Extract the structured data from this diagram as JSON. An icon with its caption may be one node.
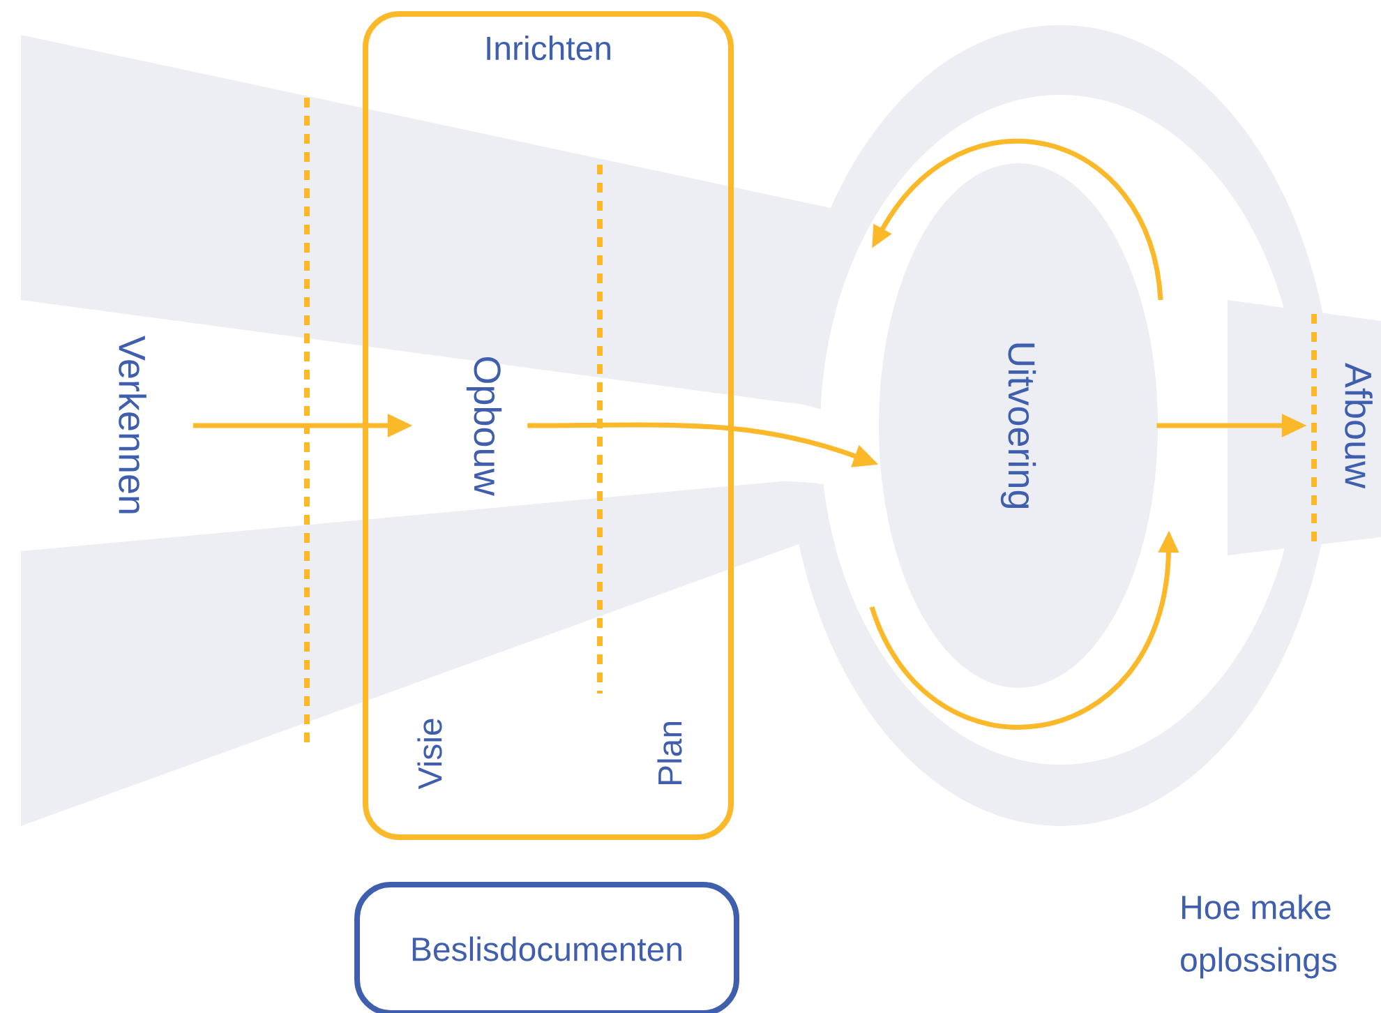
{
  "diagram": {
    "nodes": [
      {
        "text": [
          "Inrichten"
        ]
      },
      {
        "text": [
          "Verkennen"
        ]
      },
      {
        "text": [
          "Opbouw"
        ],
        "in": 0
      },
      {
        "text": [
          "Uitvoering"
        ]
      },
      {
        "text": [
          "Afbouw"
        ]
      },
      {
        "text": [
          "Beslisdocumenten"
        ]
      }
    ],
    "edges": [
      {
        "from": 1,
        "to": 2,
        "arrow": "to"
      },
      {
        "from": 2,
        "to": 3,
        "arrow": "to"
      },
      {
        "from": 3,
        "to": 4,
        "arrow": "to"
      }
    ],
    "labels": [
      "Visie",
      "Plan",
      "Hoe make",
      "oplossings"
    ]
  }
}
